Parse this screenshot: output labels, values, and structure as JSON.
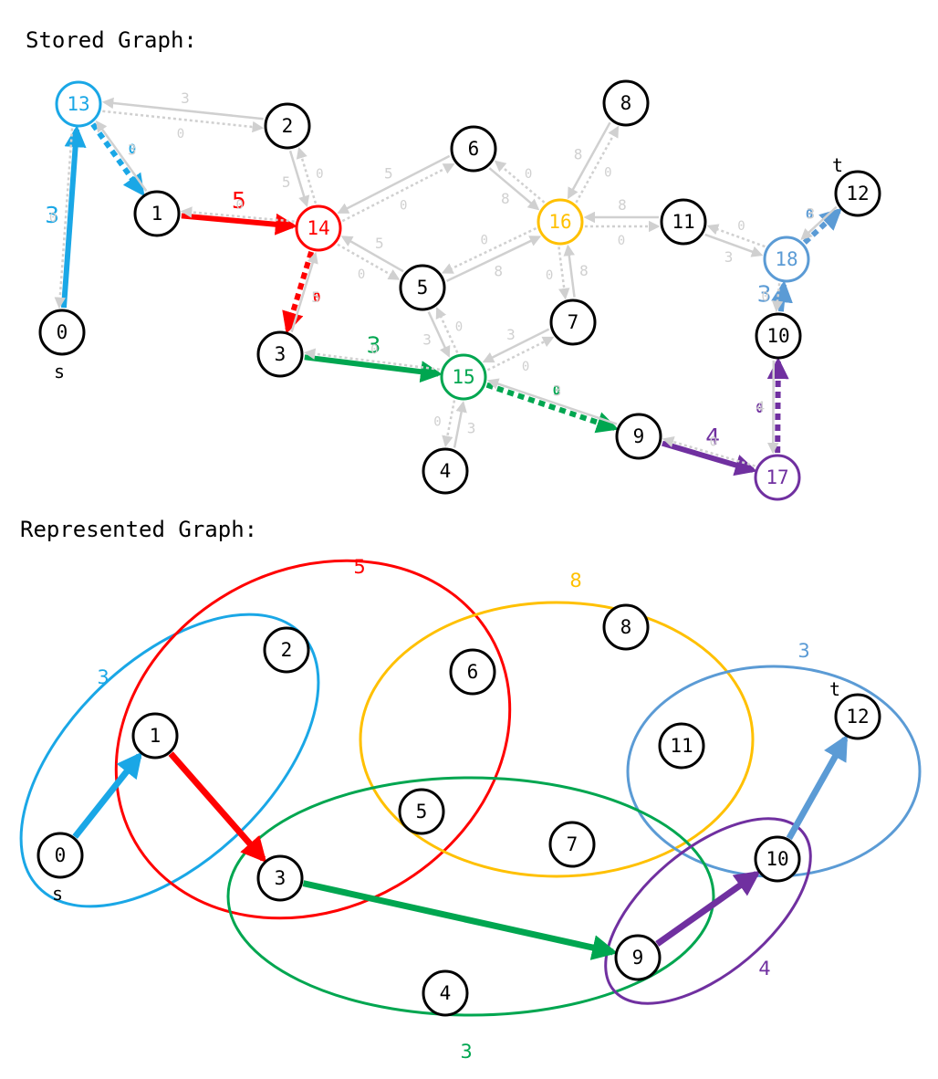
{
  "titles": {
    "stored": "Stored Graph:",
    "represented": "Represented Graph:"
  },
  "colors": {
    "c13": "#1aa7e6",
    "c14": "#ff0000",
    "c15": "#00a650",
    "c16": "#ffc000",
    "c17": "#7030a0",
    "c18": "#5b9bd5",
    "gray": "#d0d0d0"
  },
  "stored": {
    "labels": {
      "s": "s",
      "t": "t"
    },
    "nodes": [
      {
        "id": "0",
        "label": "0"
      },
      {
        "id": "1",
        "label": "1"
      },
      {
        "id": "2",
        "label": "2"
      },
      {
        "id": "3",
        "label": "3"
      },
      {
        "id": "4",
        "label": "4"
      },
      {
        "id": "5",
        "label": "5"
      },
      {
        "id": "6",
        "label": "6"
      },
      {
        "id": "7",
        "label": "7"
      },
      {
        "id": "8",
        "label": "8"
      },
      {
        "id": "9",
        "label": "9"
      },
      {
        "id": "10",
        "label": "10"
      },
      {
        "id": "11",
        "label": "11"
      },
      {
        "id": "12",
        "label": "12"
      },
      {
        "id": "13",
        "label": "13",
        "color": "c13"
      },
      {
        "id": "14",
        "label": "14",
        "color": "c14"
      },
      {
        "id": "15",
        "label": "15",
        "color": "c15"
      },
      {
        "id": "16",
        "label": "16",
        "color": "c16"
      },
      {
        "id": "17",
        "label": "17",
        "color": "c17"
      },
      {
        "id": "18",
        "label": "18",
        "color": "c18"
      }
    ],
    "edges": [
      {
        "from": "0",
        "to": "13",
        "weight": "3",
        "style": "solid",
        "color": "c13"
      },
      {
        "from": "13",
        "to": "1",
        "weight": "0",
        "style": "dotted",
        "color": "c13"
      },
      {
        "from": "1",
        "to": "14",
        "weight": "5",
        "style": "solid",
        "color": "c14"
      },
      {
        "from": "14",
        "to": "3",
        "weight": "0",
        "style": "dotted",
        "color": "c14"
      },
      {
        "from": "3",
        "to": "15",
        "weight": "3",
        "style": "solid",
        "color": "c15"
      },
      {
        "from": "15",
        "to": "9",
        "weight": "0",
        "style": "dotted",
        "color": "c15"
      },
      {
        "from": "9",
        "to": "17",
        "weight": "4",
        "style": "solid",
        "color": "c17"
      },
      {
        "from": "17",
        "to": "10",
        "weight": "0",
        "style": "dotted",
        "color": "c17"
      },
      {
        "from": "10",
        "to": "18",
        "weight": "3",
        "style": "solid",
        "color": "c18"
      },
      {
        "from": "18",
        "to": "12",
        "weight": "0",
        "style": "dotted",
        "color": "c18"
      },
      {
        "from": "2",
        "to": "13",
        "weight": "3",
        "style": "solid",
        "color": "gray"
      },
      {
        "from": "13",
        "to": "2",
        "weight": "0",
        "style": "dotted",
        "color": "gray"
      },
      {
        "from": "1",
        "to": "13",
        "weight": "3",
        "style": "solid",
        "color": "gray"
      },
      {
        "from": "13",
        "to": "0",
        "weight": "0",
        "style": "dotted",
        "color": "gray"
      },
      {
        "from": "14",
        "to": "1",
        "weight": "0",
        "style": "dotted",
        "color": "gray"
      },
      {
        "from": "2",
        "to": "14",
        "weight": "5",
        "style": "solid",
        "color": "gray"
      },
      {
        "from": "14",
        "to": "2",
        "weight": "0",
        "style": "dotted",
        "color": "gray"
      },
      {
        "from": "3",
        "to": "14",
        "weight": "5",
        "style": "solid",
        "color": "gray"
      },
      {
        "from": "5",
        "to": "14",
        "weight": "5",
        "style": "solid",
        "color": "gray"
      },
      {
        "from": "14",
        "to": "5",
        "weight": "0",
        "style": "dotted",
        "color": "gray"
      },
      {
        "from": "6",
        "to": "14",
        "weight": "5",
        "style": "solid",
        "color": "gray"
      },
      {
        "from": "14",
        "to": "6",
        "weight": "0",
        "style": "dotted",
        "color": "gray"
      },
      {
        "from": "6",
        "to": "16",
        "weight": "8",
        "style": "solid",
        "color": "gray"
      },
      {
        "from": "16",
        "to": "6",
        "weight": "0",
        "style": "dotted",
        "color": "gray"
      },
      {
        "from": "8",
        "to": "16",
        "weight": "8",
        "style": "solid",
        "color": "gray"
      },
      {
        "from": "16",
        "to": "8",
        "weight": "0",
        "style": "dotted",
        "color": "gray"
      },
      {
        "from": "11",
        "to": "16",
        "weight": "8",
        "style": "solid",
        "color": "gray"
      },
      {
        "from": "16",
        "to": "11",
        "weight": "0",
        "style": "dotted",
        "color": "gray"
      },
      {
        "from": "5",
        "to": "16",
        "weight": "8",
        "style": "solid",
        "color": "gray"
      },
      {
        "from": "16",
        "to": "5",
        "weight": "0",
        "style": "dotted",
        "color": "gray"
      },
      {
        "from": "7",
        "to": "16",
        "weight": "8",
        "style": "solid",
        "color": "gray"
      },
      {
        "from": "16",
        "to": "7",
        "weight": "0",
        "style": "dotted",
        "color": "gray"
      },
      {
        "from": "5",
        "to": "15",
        "weight": "3",
        "style": "solid",
        "color": "gray"
      },
      {
        "from": "15",
        "to": "5",
        "weight": "0",
        "style": "dotted",
        "color": "gray"
      },
      {
        "from": "7",
        "to": "15",
        "weight": "3",
        "style": "solid",
        "color": "gray"
      },
      {
        "from": "15",
        "to": "7",
        "weight": "0",
        "style": "dotted",
        "color": "gray"
      },
      {
        "from": "15",
        "to": "3",
        "weight": "0",
        "style": "dotted",
        "color": "gray"
      },
      {
        "from": "4",
        "to": "15",
        "weight": "3",
        "style": "solid",
        "color": "gray"
      },
      {
        "from": "15",
        "to": "4",
        "weight": "0",
        "style": "dotted",
        "color": "gray"
      },
      {
        "from": "9",
        "to": "15",
        "weight": "3",
        "style": "solid",
        "color": "gray"
      },
      {
        "from": "17",
        "to": "9",
        "weight": "0",
        "style": "dotted",
        "color": "gray"
      },
      {
        "from": "10",
        "to": "17",
        "weight": "4",
        "style": "solid",
        "color": "gray"
      },
      {
        "from": "11",
        "to": "18",
        "weight": "3",
        "style": "solid",
        "color": "gray"
      },
      {
        "from": "18",
        "to": "11",
        "weight": "0",
        "style": "dotted",
        "color": "gray"
      },
      {
        "from": "12",
        "to": "18",
        "weight": "3",
        "style": "solid",
        "color": "gray"
      },
      {
        "from": "18",
        "to": "10",
        "weight": "0",
        "style": "dotted",
        "color": "gray"
      }
    ]
  },
  "represented": {
    "labels": {
      "s": "s",
      "t": "t"
    },
    "nodes": [
      "0",
      "1",
      "2",
      "3",
      "4",
      "5",
      "6",
      "7",
      "8",
      "9",
      "10",
      "11",
      "12"
    ],
    "hyperedges": [
      {
        "color": "c13",
        "weight": "3"
      },
      {
        "color": "c14",
        "weight": "5"
      },
      {
        "color": "c16",
        "weight": "8"
      },
      {
        "color": "c18",
        "weight": "3"
      },
      {
        "color": "c15",
        "weight": "3"
      },
      {
        "color": "c17",
        "weight": "4"
      }
    ],
    "path": [
      {
        "from": "0",
        "to": "1",
        "color": "c13"
      },
      {
        "from": "1",
        "to": "3",
        "color": "c14"
      },
      {
        "from": "3",
        "to": "9",
        "color": "c15"
      },
      {
        "from": "9",
        "to": "10",
        "color": "c17"
      },
      {
        "from": "10",
        "to": "12",
        "color": "c18"
      }
    ]
  }
}
